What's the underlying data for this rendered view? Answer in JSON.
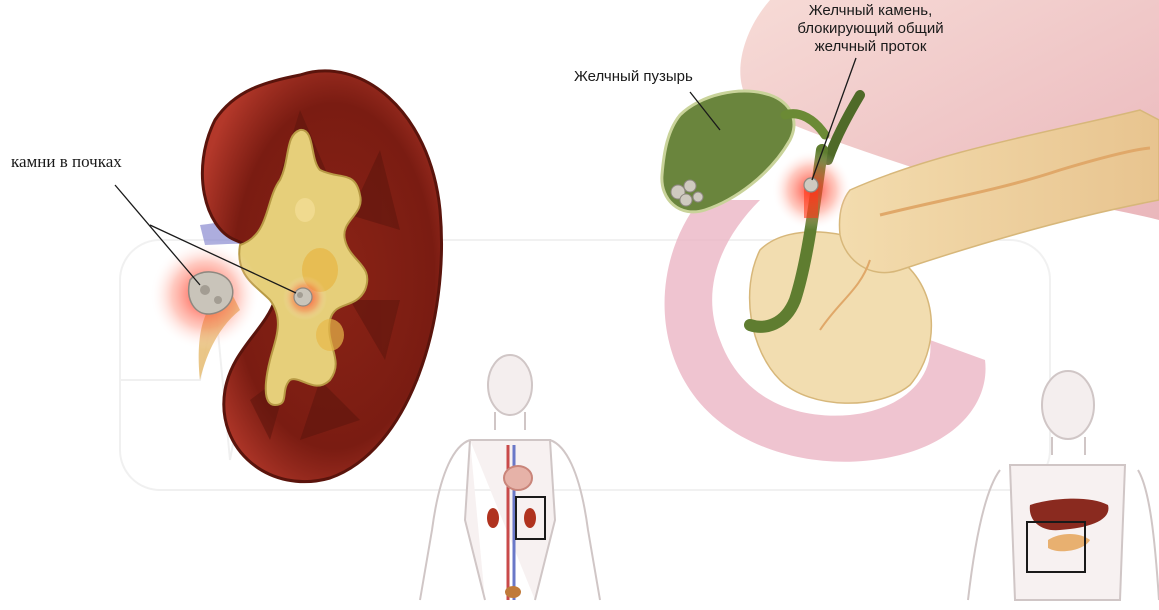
{
  "kidney_panel": {
    "label": "камни в почках"
  },
  "gallbladder_panel": {
    "gallbladder_label": "Желчный пузырь",
    "stone_label_lines": [
      "Желчный камень,",
      "блокирующий общий",
      "желчный проток"
    ]
  },
  "colors": {
    "kidney_cortex": "#9e2a1c",
    "kidney_medulla": "#6b1a10",
    "kidney_pelvis": "#e6cf7a",
    "stone": "#bdb8ad",
    "inflammation": "#ff3b2a",
    "stomach": "#f2c9c2",
    "pancreas": "#f0d4a0",
    "gallbladder": "#5f7a3a",
    "bile_duct": "#6b8a35",
    "body_outline": "#d9cfcf"
  }
}
